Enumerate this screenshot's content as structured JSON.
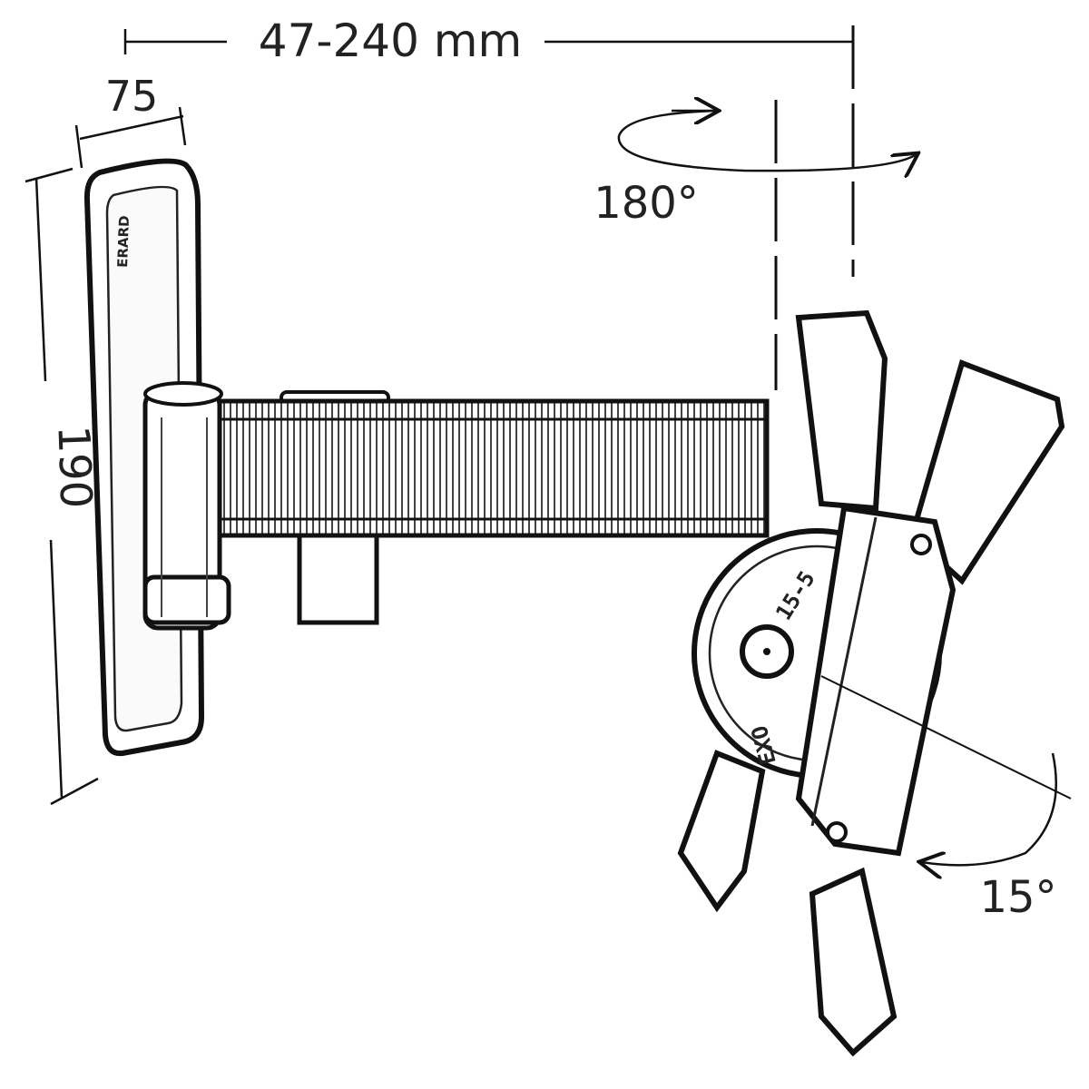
{
  "dimensions": {
    "reach": "47-240 mm",
    "plate_width": "75",
    "plate_height": "190",
    "swivel": "180°",
    "tilt": "15°"
  },
  "markings": {
    "brand_logo": "ERARD",
    "model_top": "15-5",
    "model_bottom": "EXO"
  },
  "colors": {
    "line": "#111111",
    "background": "#ffffff"
  }
}
